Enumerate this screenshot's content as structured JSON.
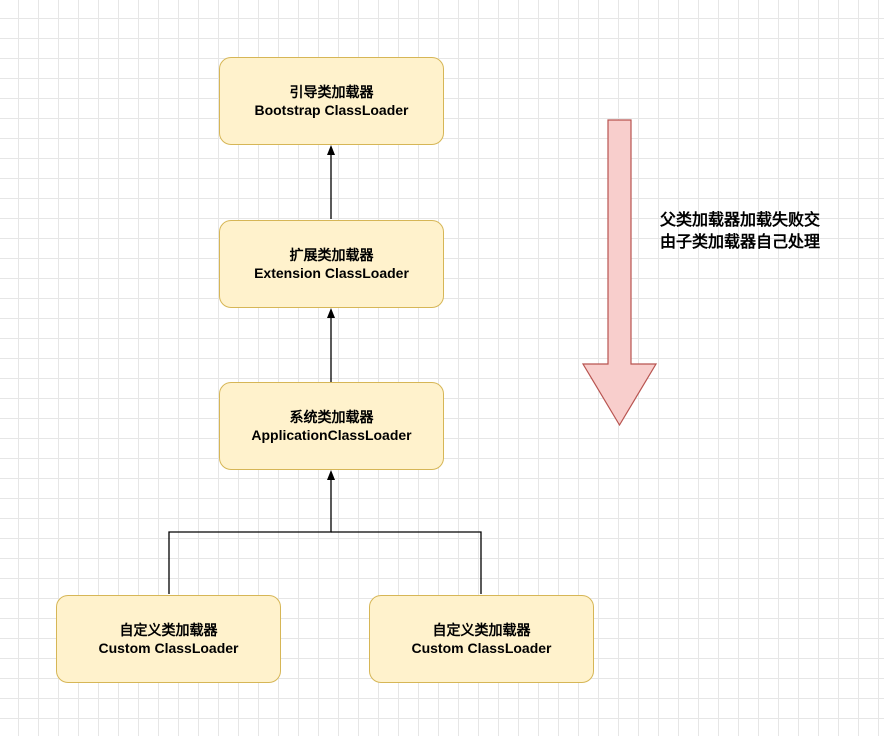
{
  "nodes": {
    "bootstrap": {
      "title_cn": "引导类加载器",
      "title_en": "Bootstrap ClassLoader"
    },
    "extension": {
      "title_cn": "扩展类加载器",
      "title_en": "Extension ClassLoader"
    },
    "application": {
      "title_cn": "系统类加载器",
      "title_en": "ApplicationClassLoader"
    },
    "custom_left": {
      "title_cn": "自定义类加载器",
      "title_en": "Custom ClassLoader"
    },
    "custom_right": {
      "title_cn": "自定义类加载器",
      "title_en": "Custom ClassLoader"
    }
  },
  "note": {
    "line1": "父类加载器加载失败交",
    "line2": "由子类加载器自己处理"
  },
  "colors": {
    "node_fill": "#fff2cc",
    "node_stroke": "#d6b656",
    "arrow_fill": "#f8cecc",
    "arrow_stroke": "#b85450"
  }
}
